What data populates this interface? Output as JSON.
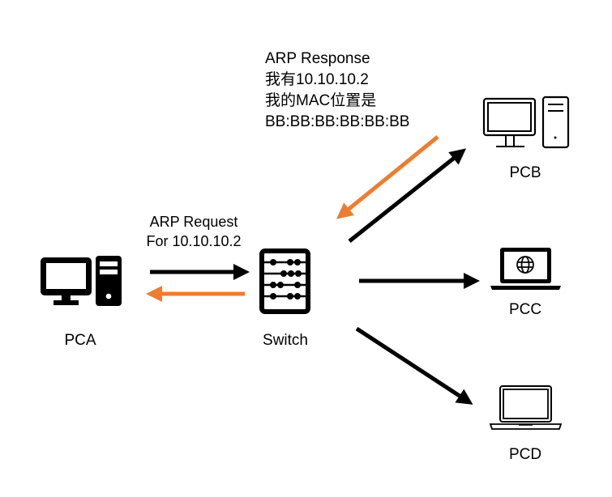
{
  "diagram": {
    "title": "ARP request / response flow",
    "colors": {
      "request": "#000000",
      "response": "#ED7D31",
      "text": "#000000",
      "background": "#ffffff"
    },
    "nodes": {
      "pca": {
        "label": "PCA",
        "icon": "desktop-computer-filled-icon"
      },
      "switch": {
        "label": "Switch",
        "icon": "switch-abacus-icon"
      },
      "pcb": {
        "label": "PCB",
        "icon": "desktop-computer-outline-icon"
      },
      "pcc": {
        "label": "PCC",
        "icon": "laptop-globe-icon"
      },
      "pcd": {
        "label": "PCD",
        "icon": "laptop-outline-icon"
      }
    },
    "request": {
      "line1": "ARP Request",
      "line2": "For 10.10.10.2"
    },
    "response": {
      "line1": "ARP Response",
      "line2": "我有10.10.10.2",
      "line3": "我的MAC位置是",
      "line4": "BB:BB:BB:BB:BB:BB"
    },
    "edges": [
      {
        "from": "PCA",
        "to": "Switch",
        "type": "request"
      },
      {
        "from": "Switch",
        "to": "PCA",
        "type": "response"
      },
      {
        "from": "Switch",
        "to": "PCB",
        "type": "request"
      },
      {
        "from": "PCB",
        "to": "Switch",
        "type": "response"
      },
      {
        "from": "Switch",
        "to": "PCC",
        "type": "request"
      },
      {
        "from": "Switch",
        "to": "PCD",
        "type": "request"
      }
    ]
  }
}
